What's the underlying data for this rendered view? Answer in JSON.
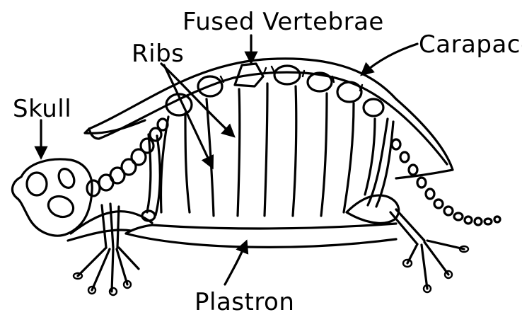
{
  "labels": {
    "fused_vertebrae": "Fused Vertebrae",
    "carapace": "Carapace",
    "ribs": "Ribs",
    "skull": "Skull",
    "plastron": "Plastron"
  }
}
